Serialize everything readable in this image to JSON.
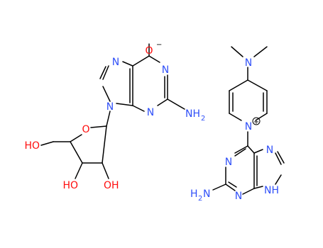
{
  "colors": {
    "bond": "#000000",
    "nitrogen": "#3050f8",
    "oxygen": "#ff0d0d",
    "background": "#ffffff"
  },
  "molecule_left": {
    "o_minus": {
      "symbol": "O",
      "charge": "−"
    },
    "n7": "N",
    "n1": "N",
    "n3": "N",
    "n9": "N",
    "nh2": {
      "base": "NH",
      "sub": "2"
    },
    "ring_o": "O",
    "oh_5prime": "HO",
    "oh_3prime": "HO",
    "oh_2prime": "OH"
  },
  "molecule_right": {
    "nme2": "N",
    "n_pyridinium": {
      "symbol": "N",
      "charge": "+"
    },
    "n7": "N",
    "n1": "N",
    "n3": "N",
    "nh9": "NH",
    "h2n": {
      "base": "H",
      "sub": "2",
      "tail": "N"
    }
  }
}
